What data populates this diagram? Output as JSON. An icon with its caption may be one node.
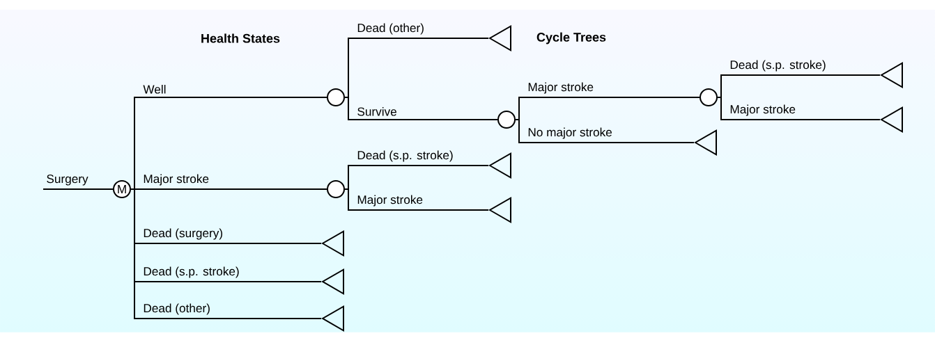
{
  "diagram": {
    "nodes": [
      {
        "text": [
          "M"
        ]
      },
      {
        "text": [],
        "shape": "circle"
      },
      {
        "text": [],
        "shape": "circle"
      },
      {
        "text": [],
        "shape": "circle"
      },
      {
        "text": [],
        "shape": "circle"
      },
      {
        "text": [],
        "shape": "triangle"
      },
      {
        "text": [],
        "shape": "triangle"
      },
      {
        "text": [],
        "shape": "triangle"
      },
      {
        "text": [],
        "shape": "triangle"
      },
      {
        "text": [],
        "shape": "triangle"
      },
      {
        "text": [],
        "shape": "triangle"
      },
      {
        "text": [],
        "shape": "triangle"
      },
      {
        "text": [],
        "shape": "triangle"
      },
      {
        "text": [],
        "shape": "triangle"
      }
    ],
    "edges": [
      {
        "from": null,
        "to": 0,
        "arrow": "none",
        "label": "Surgery"
      },
      {
        "from": 0,
        "to": 1,
        "arrow": "none",
        "label": "Well"
      },
      {
        "from": 0,
        "to": 4,
        "arrow": "none",
        "label": "Major stroke"
      },
      {
        "from": 0,
        "to": 11,
        "arrow": "none",
        "label": "Dead (surgery)"
      },
      {
        "from": 0,
        "to": 12,
        "arrow": "none",
        "label": "Dead (s.p. stroke)"
      },
      {
        "from": 0,
        "to": 13,
        "arrow": "none",
        "label": "Dead (other)"
      },
      {
        "from": 1,
        "to": 5,
        "arrow": "none",
        "label": "Dead (other)"
      },
      {
        "from": 1,
        "to": 2,
        "arrow": "none",
        "label": "Survive"
      },
      {
        "from": 2,
        "to": 3,
        "arrow": "none",
        "label": "Major stroke"
      },
      {
        "from": 2,
        "to": 8,
        "arrow": "none",
        "label": "No major stroke"
      },
      {
        "from": 3,
        "to": 6,
        "arrow": "none",
        "label": "Dead (s.p. stroke)"
      },
      {
        "from": 3,
        "to": 7,
        "arrow": "none",
        "label": "Major stroke"
      },
      {
        "from": 4,
        "to": 9,
        "arrow": "none",
        "label": "Dead (s.p. stroke)"
      },
      {
        "from": 4,
        "to": 10,
        "arrow": "none",
        "label": "Major stroke"
      }
    ],
    "labels": [
      "Health States",
      "Cycle Trees"
    ]
  }
}
